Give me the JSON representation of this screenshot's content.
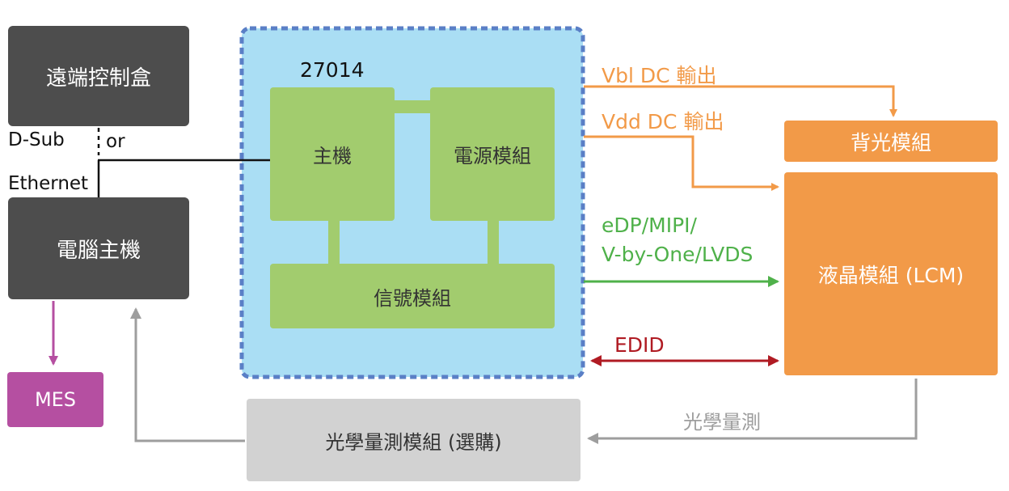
{
  "diagram": {
    "remote_box": "遠端控制盒",
    "pc_host": "電腦主機",
    "mes": "MES",
    "dsub": "D-Sub",
    "or": "or",
    "ethernet": "Ethernet",
    "model_number": "27014",
    "host": "主機",
    "power_module": "電源模組",
    "signal_module": "信號模組",
    "vbl_label": "Vbl DC 輸出",
    "vdd_label": "Vdd DC 輸出",
    "backlight": "背光模組",
    "lcm": "液晶模組 (LCM)",
    "interface_line1": "eDP/MIPI/",
    "interface_line2": "V-by-One/LVDS",
    "edid": "EDID",
    "optical_measure": "光學量測",
    "optical_module": "光學量測模組 (選購)"
  },
  "colors": {
    "dark_box": "#4d4d4d",
    "mes_box": "#b54fa1",
    "container_fill": "#aadef4",
    "container_border": "#5a7fc6",
    "green_box": "#a2cc6e",
    "orange": "#f29a48",
    "green_arrow": "#4fb14a",
    "edid_arrow": "#b01b23",
    "gray_box": "#d2d2d2",
    "gray_arrow": "#9e9e9e",
    "purple_arrow": "#b54fa1"
  }
}
